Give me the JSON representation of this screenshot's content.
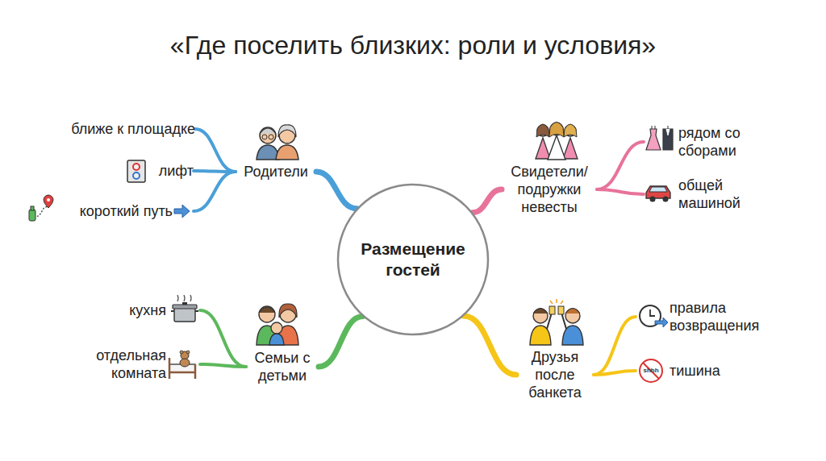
{
  "diagram": {
    "title": "«Где поселить близких: роли и условия»",
    "nodes": [
      {
        "text": [
          "Размещение гостей"
        ]
      },
      {
        "text": [
          "Родители"
        ]
      },
      {
        "text": [
          "ближе к площадке"
        ]
      },
      {
        "text": [
          "лифт"
        ]
      },
      {
        "text": [
          "короткий путь"
        ]
      },
      {
        "text": [
          "Свидетели/ подружки невесты"
        ]
      },
      {
        "text": [
          "рядом со сборами"
        ]
      },
      {
        "text": [
          "общей машиной"
        ]
      },
      {
        "text": [
          "Семьи с детьми"
        ]
      },
      {
        "text": [
          "кухня"
        ]
      },
      {
        "text": [
          "отдельная комната"
        ]
      },
      {
        "text": [
          "Друзья после банкета"
        ]
      },
      {
        "text": [
          "правила возвращения"
        ]
      },
      {
        "text": [
          "тишина"
        ]
      }
    ],
    "edges": [
      {
        "from": 0,
        "to": 1,
        "arrow": "none"
      },
      {
        "from": 1,
        "to": 2,
        "arrow": "none"
      },
      {
        "from": 1,
        "to": 3,
        "arrow": "none"
      },
      {
        "from": 1,
        "to": 4,
        "arrow": "none"
      },
      {
        "from": 0,
        "to": 5,
        "arrow": "none"
      },
      {
        "from": 5,
        "to": 6,
        "arrow": "none"
      },
      {
        "from": 5,
        "to": 7,
        "arrow": "none"
      },
      {
        "from": 0,
        "to": 8,
        "arrow": "none"
      },
      {
        "from": 8,
        "to": 9,
        "arrow": "none"
      },
      {
        "from": 8,
        "to": 10,
        "arrow": "none"
      },
      {
        "from": 0,
        "to": 11,
        "arrow": "none"
      },
      {
        "from": 11,
        "to": 12,
        "arrow": "none"
      },
      {
        "from": 11,
        "to": 13,
        "arrow": "none"
      }
    ],
    "labels": [
      "shhh"
    ]
  }
}
